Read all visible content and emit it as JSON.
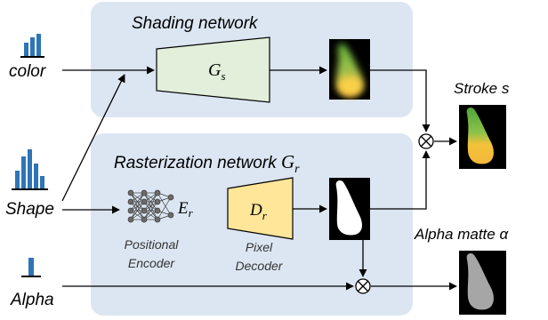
{
  "diagram": {
    "shading": {
      "title": "Shading network",
      "block_label_main": "G",
      "block_label_sub": "s"
    },
    "rasterization": {
      "title_prefix": "Rasterization network ",
      "title_main": "G",
      "title_sub": "r",
      "encoder_label_main": "E",
      "encoder_label_sub": "r",
      "encoder_caption_line1": "Positional",
      "encoder_caption_line2": "Encoder",
      "decoder_label_main": "D",
      "decoder_label_sub": "r",
      "decoder_caption_line1": "Pixel",
      "decoder_caption_line2": "Decoder"
    },
    "inputs": {
      "color": "color",
      "shape": "Shape",
      "alpha": "Alpha"
    },
    "outputs": {
      "stroke": "Stroke s",
      "alpha_matte": "Alpha matte α"
    },
    "colors": {
      "panel_fill": "#dce6f2",
      "shading_block_fill": "#e2efda",
      "decoder_block_fill": "#ffe699",
      "histogram_bar": "#2e75b6",
      "line": "#000000"
    }
  }
}
